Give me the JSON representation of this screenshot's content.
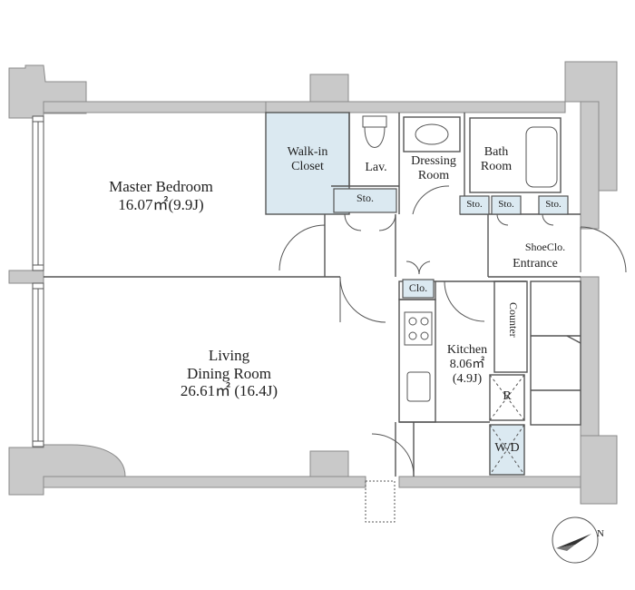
{
  "rooms": {
    "master_bedroom": {
      "name": "Master Bedroom",
      "area": "16.07㎡(9.9J)"
    },
    "walk_in_closet": {
      "line1": "Walk-in",
      "line2": "Closet"
    },
    "lavatory": {
      "name": "Lav."
    },
    "dressing_room": {
      "line1": "Dressing",
      "line2": "Room"
    },
    "bath_room": {
      "line1": "Bath",
      "line2": "Room"
    },
    "storage_bedroom": {
      "name": "Sto."
    },
    "storage_small": {
      "name": "Sto."
    },
    "storage_entrance_left": {
      "name": "Sto."
    },
    "storage_entrance_right": {
      "name": "Sto."
    },
    "shoe_closet": {
      "name": "ShoeClo."
    },
    "entrance": {
      "name": "Entrance"
    },
    "closet": {
      "name": "Clo."
    },
    "counter": {
      "name": "Counter"
    },
    "kitchen": {
      "name": "Kitchen",
      "area": "8.06㎡",
      "tatami": "(4.9J)"
    },
    "refrigerator": {
      "name": "R"
    },
    "washer_dryer": {
      "name": "W/D"
    },
    "living_dining": {
      "line1": "Living",
      "line2": "Dining Room",
      "area": "26.61㎡ (16.4J)"
    }
  },
  "compass": {
    "north_label": "N",
    "icon": "compass-icon"
  },
  "colors": {
    "wall": "#c9c9c9",
    "wall_edge": "#8a8a8a",
    "closet_fill": "#dbe9f1",
    "line": "#555555"
  }
}
